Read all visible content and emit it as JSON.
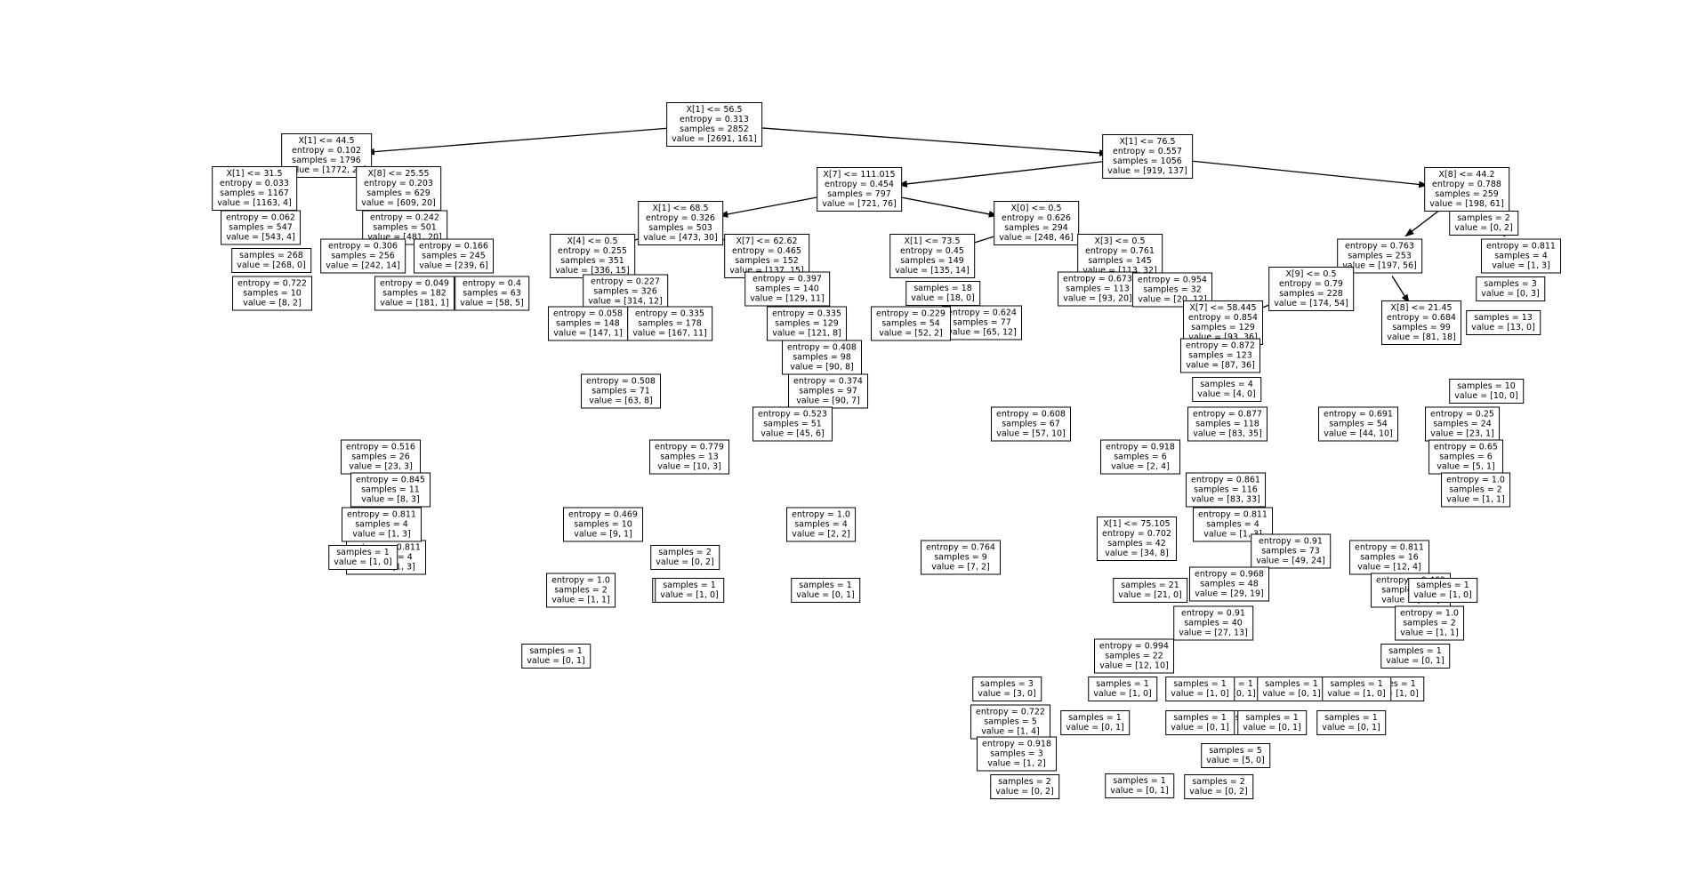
{
  "chart_data": {
    "type": "decision-tree",
    "nodes": [
      {
        "id": "n0",
        "lines": [
          "X[1] <= 56.5",
          "entropy = 0.313",
          "samples = 2852",
          "value = [2691, 161]"
        ]
      },
      {
        "id": "n1",
        "lines": [
          "X[1] <= 44.5",
          "entropy = 0.102",
          "samples = 1796",
          "value = [1772, 24]"
        ]
      },
      {
        "id": "n2",
        "lines": [
          "X[1] <= 76.5",
          "entropy = 0.557",
          "samples = 1056",
          "value = [919, 137]"
        ]
      },
      {
        "id": "n3",
        "lines": [
          "X[1] <= 31.5",
          "entropy = 0.033",
          "samples = 1167",
          "value = [1163, 4]"
        ]
      },
      {
        "id": "n4",
        "lines": [
          "X[8] <= 25.55",
          "entropy = 0.203",
          "samples = 629",
          "value = [609, 20]"
        ]
      },
      {
        "id": "n5",
        "lines": [
          "X[7] <= 111.015",
          "entropy = 0.454",
          "samples = 797",
          "value = [721, 76]"
        ]
      },
      {
        "id": "n6",
        "lines": [
          "X[8] <= 44.2",
          "entropy = 0.788",
          "samples = 259",
          "value = [198, 61]"
        ]
      },
      {
        "id": "n7",
        "lines": [
          "X[1] <= 68.5",
          "entropy = 0.326",
          "samples = 503",
          "value = [473, 30]"
        ]
      },
      {
        "id": "n8",
        "lines": [
          "X[0] <= 0.5",
          "entropy = 0.626",
          "samples = 294",
          "value = [248, 46]"
        ]
      },
      {
        "id": "n9",
        "lines": [
          "entropy = 0.062",
          "samples = 547",
          "value = [543, 4]"
        ]
      },
      {
        "id": "n10",
        "lines": [
          "entropy = 0.242",
          "samples = 501",
          "value = [481, 20]"
        ]
      },
      {
        "id": "n11",
        "lines": [
          "entropy = 0.763",
          "samples = 253",
          "value = [197, 56]"
        ]
      },
      {
        "id": "n12",
        "lines": [
          "samples = 2",
          "value = [0, 2]"
        ]
      },
      {
        "id": "n13",
        "lines": [
          "entropy = 0.811",
          "samples = 4",
          "value = [1, 3]"
        ]
      },
      {
        "id": "n14",
        "lines": [
          "X[4] <= 0.5",
          "entropy = 0.255",
          "samples = 351",
          "value = [336, 15]"
        ]
      },
      {
        "id": "n15",
        "lines": [
          "X[7] <= 62.62",
          "entropy = 0.465",
          "samples = 152",
          "value = [137, 15]"
        ]
      },
      {
        "id": "n16",
        "lines": [
          "X[1] <= 73.5",
          "entropy = 0.45",
          "samples = 149",
          "value = [135, 14]"
        ]
      },
      {
        "id": "n17",
        "lines": [
          "X[3] <= 0.5",
          "entropy = 0.761",
          "samples = 145",
          "value = [113, 32]"
        ]
      },
      {
        "id": "n18",
        "lines": [
          "X[9] <= 0.5",
          "entropy = 0.79",
          "samples = 228",
          "value = [174, 54]"
        ]
      },
      {
        "id": "n19",
        "lines": [
          "entropy = 0.306",
          "samples = 256",
          "value = [242, 14]"
        ]
      },
      {
        "id": "n20",
        "lines": [
          "entropy = 0.166",
          "samples = 245",
          "value = [239, 6]"
        ]
      },
      {
        "id": "n21",
        "lines": [
          "samples = 268",
          "value = [268, 0]"
        ]
      },
      {
        "id": "n22",
        "lines": [
          "entropy = 0.722",
          "samples = 10",
          "value = [8, 2]"
        ]
      },
      {
        "id": "n23",
        "lines": [
          "entropy = 0.049",
          "samples = 182",
          "value = [181, 1]"
        ]
      },
      {
        "id": "n24",
        "lines": [
          "entropy = 0.4",
          "samples = 63",
          "value = [58, 5]"
        ]
      },
      {
        "id": "n25",
        "lines": [
          "entropy = 0.227",
          "samples = 326",
          "value = [314, 12]"
        ]
      },
      {
        "id": "n26",
        "lines": [
          "entropy = 0.397",
          "samples = 140",
          "value = [129, 11]"
        ]
      },
      {
        "id": "n27",
        "lines": [
          "samples = 18",
          "value = [18, 0]"
        ]
      },
      {
        "id": "n28",
        "lines": [
          "entropy = 0.624",
          "samples = 77",
          "value = [65, 12]"
        ]
      },
      {
        "id": "n29",
        "lines": [
          "entropy = 0.673",
          "samples = 113",
          "value = [93, 20]"
        ]
      },
      {
        "id": "n30",
        "lines": [
          "entropy = 0.954",
          "samples = 32",
          "value = [20, 12]"
        ]
      },
      {
        "id": "n31",
        "lines": [
          "entropy = 0.058",
          "samples = 148",
          "value = [147, 1]"
        ]
      },
      {
        "id": "n32",
        "lines": [
          "entropy = 0.335",
          "samples = 178",
          "value = [167, 11]"
        ]
      },
      {
        "id": "n33",
        "lines": [
          "entropy = 0.335",
          "samples = 129",
          "value = [121, 8]"
        ]
      },
      {
        "id": "n34",
        "lines": [
          "entropy = 0.229",
          "samples = 54",
          "value = [52, 2]"
        ]
      },
      {
        "id": "n35",
        "lines": [
          "X[7] <= 58.445",
          "entropy = 0.854",
          "samples = 129",
          "value = [93, 36]"
        ]
      },
      {
        "id": "n36",
        "lines": [
          "X[8] <= 21.45",
          "entropy = 0.684",
          "samples = 99",
          "value = [81, 18]"
        ]
      },
      {
        "id": "n37",
        "lines": [
          "samples = 3",
          "value = [0, 3]"
        ]
      },
      {
        "id": "n38",
        "lines": [
          "samples = 13",
          "value = [13, 0]"
        ]
      },
      {
        "id": "n39",
        "lines": [
          "entropy = 0.872",
          "samples = 123",
          "value = [87, 36]"
        ]
      },
      {
        "id": "n40",
        "lines": [
          "entropy = 0.408",
          "samples = 98",
          "value = [90, 8]"
        ]
      },
      {
        "id": "n41",
        "lines": [
          "entropy = 0.374",
          "samples = 97",
          "value = [90, 7]"
        ]
      },
      {
        "id": "n42",
        "lines": [
          "entropy = 0.508",
          "samples = 71",
          "value = [63, 8]"
        ]
      },
      {
        "id": "n43",
        "lines": [
          "entropy = 0.523",
          "samples = 51",
          "value = [45, 6]"
        ]
      },
      {
        "id": "n44",
        "lines": [
          "entropy = 0.608",
          "samples = 67",
          "value = [57, 10]"
        ]
      },
      {
        "id": "n45",
        "lines": [
          "samples = 4",
          "value = [4, 0]"
        ]
      },
      {
        "id": "n46",
        "lines": [
          "entropy = 0.877",
          "samples = 118",
          "value = [83, 35]"
        ]
      },
      {
        "id": "n47",
        "lines": [
          "entropy = 0.691",
          "samples = 54",
          "value = [44, 10]"
        ]
      },
      {
        "id": "n48",
        "lines": [
          "entropy = 0.25",
          "samples = 24",
          "value = [23, 1]"
        ]
      },
      {
        "id": "n49",
        "lines": [
          "samples = 10",
          "value = [10, 0]"
        ]
      },
      {
        "id": "n50",
        "lines": [
          "entropy = 0.516",
          "samples = 26",
          "value = [23, 3]"
        ]
      },
      {
        "id": "n51",
        "lines": [
          "entropy = 0.779",
          "samples = 13",
          "value = [10, 3]"
        ]
      },
      {
        "id": "n52",
        "lines": [
          "entropy = 0.918",
          "samples = 6",
          "value = [2, 4]"
        ]
      },
      {
        "id": "n53",
        "lines": [
          "entropy = 0.65",
          "samples = 6",
          "value = [5, 1]"
        ]
      },
      {
        "id": "n54",
        "lines": [
          "entropy = 0.845",
          "samples = 11",
          "value = [8, 3]"
        ]
      },
      {
        "id": "n55",
        "lines": [
          "entropy = 0.861",
          "samples = 116",
          "value = [83, 33]"
        ]
      },
      {
        "id": "n56",
        "lines": [
          "entropy = 1.0",
          "samples = 2",
          "value = [1, 1]"
        ]
      },
      {
        "id": "n57",
        "lines": [
          "entropy = 0.811",
          "samples = 4",
          "value = [1, 3]"
        ]
      },
      {
        "id": "n58",
        "lines": [
          "entropy = 0.469",
          "samples = 10",
          "value = [9, 1]"
        ]
      },
      {
        "id": "n59",
        "lines": [
          "entropy = 1.0",
          "samples = 4",
          "value = [2, 2]"
        ]
      },
      {
        "id": "n60",
        "lines": [
          "X[1] <= 75.105",
          "entropy = 0.702",
          "samples = 42",
          "value = [34, 8]"
        ]
      },
      {
        "id": "n61",
        "lines": [
          "entropy = 0.91",
          "samples = 73",
          "value = [49, 24]"
        ]
      },
      {
        "id": "n62",
        "lines": [
          "entropy = 0.811",
          "samples = 16",
          "value = [12, 4]"
        ]
      },
      {
        "id": "n63",
        "lines": [
          "entropy = 0.811",
          "samples = 4",
          "value = [1, 3]"
        ]
      },
      {
        "id": "n64",
        "lines": [
          "samples = 1",
          "value = [1, 0]"
        ]
      },
      {
        "id": "n65",
        "lines": [
          "entropy = 0.764",
          "samples = 9",
          "value = [7, 2]"
        ]
      },
      {
        "id": "n66",
        "lines": [
          "entropy = 0.968",
          "samples = 48",
          "value = [29, 19]"
        ]
      },
      {
        "id": "n67",
        "lines": [
          "entropy = 0.469",
          "samples = 10",
          "value = [9, 1]"
        ]
      },
      {
        "id": "n68",
        "lines": [
          "entropy = 1.0",
          "samples = 2",
          "value = [1, 1]"
        ]
      },
      {
        "id": "n69",
        "lines": [
          "samples = 21",
          "value = [21, 0]"
        ]
      },
      {
        "id": "n70",
        "lines": [
          "entropy = 0.91",
          "samples = 40",
          "value = [27, 13]"
        ]
      },
      {
        "id": "n71",
        "lines": [
          "entropy = 1.0",
          "samples = 2",
          "value = [1, 1]"
        ]
      },
      {
        "id": "n72",
        "lines": [
          "samples = 2",
          "value = [0, 2]"
        ]
      },
      {
        "id": "n73",
        "lines": [
          "samples = 1",
          "value = [1, 0]"
        ]
      },
      {
        "id": "n74",
        "lines": [
          "entropy = 0.994",
          "samples = 22",
          "value = [12, 10]"
        ]
      },
      {
        "id": "n75",
        "lines": [
          "samples = 1",
          "value = [0, 1]"
        ]
      },
      {
        "id": "n76",
        "lines": [
          "samples = 1",
          "value = [0, 1]"
        ]
      },
      {
        "id": "n77",
        "lines": [
          "samples = 3",
          "value = [3, 0]"
        ]
      },
      {
        "id": "n78",
        "lines": [
          "entropy = 0.722",
          "samples = 5",
          "value = [1, 4]"
        ]
      },
      {
        "id": "n79",
        "lines": [
          "samples = 5",
          "value = [5, 0]"
        ]
      },
      {
        "id": "n80",
        "lines": [
          "entropy = 0.918",
          "samples = 3",
          "value = [1, 2]"
        ]
      },
      {
        "id": "n81",
        "lines": [
          "samples = 1",
          "value = [0, 1]"
        ]
      },
      {
        "id": "n82",
        "lines": [
          "samples = 2",
          "value = [0, 2]"
        ]
      },
      {
        "id": "n83",
        "lines": [
          "samples = 1",
          "value = [0, 1]"
        ]
      },
      {
        "id": "n84",
        "lines": [
          "samples = 2",
          "value = [0, 2]"
        ]
      },
      {
        "id": "n85",
        "lines": [
          "samples = 1",
          "value = [1, 0]"
        ]
      },
      {
        "id": "n86",
        "lines": [
          "samples = 1",
          "value = [0, 1]"
        ]
      },
      {
        "id": "n87",
        "lines": [
          "samples = 1",
          "value = [0, 1]"
        ]
      },
      {
        "id": "n88",
        "lines": [
          "samples = 1",
          "value = [1, 0]"
        ]
      },
      {
        "id": "n89",
        "lines": [
          "samples = 1",
          "value = [0, 1]"
        ]
      },
      {
        "id": "n90",
        "lines": [
          "samples = 1",
          "value = [0, 1]"
        ]
      },
      {
        "id": "n91",
        "lines": [
          "samples = 1",
          "value = [1, 0]"
        ]
      },
      {
        "id": "n92",
        "lines": [
          "samples = 1",
          "value = [0, 1]"
        ]
      },
      {
        "id": "n93",
        "lines": [
          "samples = 1",
          "value = [1, 0]"
        ]
      },
      {
        "id": "n94",
        "lines": [
          "samples = 1",
          "value = [0, 1]"
        ]
      },
      {
        "id": "n95",
        "lines": [
          "entropy = 0.811",
          "samples = 4",
          "value = [1, 3]"
        ]
      },
      {
        "id": "n96",
        "lines": [
          "samples = 1",
          "value = [1, 0]"
        ]
      },
      {
        "id": "n97",
        "lines": [
          "samples = 1",
          "value = [0, 1]"
        ]
      },
      {
        "id": "n98",
        "lines": [
          "samples = 1",
          "value = [1, 0]"
        ]
      }
    ],
    "edges": [
      [
        "n0",
        "n1"
      ],
      [
        "n0",
        "n2"
      ],
      [
        "n1",
        "n3"
      ],
      [
        "n1",
        "n4"
      ],
      [
        "n2",
        "n5"
      ],
      [
        "n2",
        "n6"
      ],
      [
        "n5",
        "n7"
      ],
      [
        "n5",
        "n8"
      ],
      [
        "n3",
        "n9"
      ],
      [
        "n4",
        "n10"
      ],
      [
        "n6",
        "n11"
      ],
      [
        "n6",
        "n12"
      ],
      [
        "n6",
        "n13"
      ],
      [
        "n7",
        "n14"
      ],
      [
        "n7",
        "n15"
      ],
      [
        "n8",
        "n16"
      ],
      [
        "n8",
        "n17"
      ],
      [
        "n11",
        "n18"
      ],
      [
        "n11",
        "n36"
      ],
      [
        "n18",
        "n35"
      ]
    ]
  }
}
